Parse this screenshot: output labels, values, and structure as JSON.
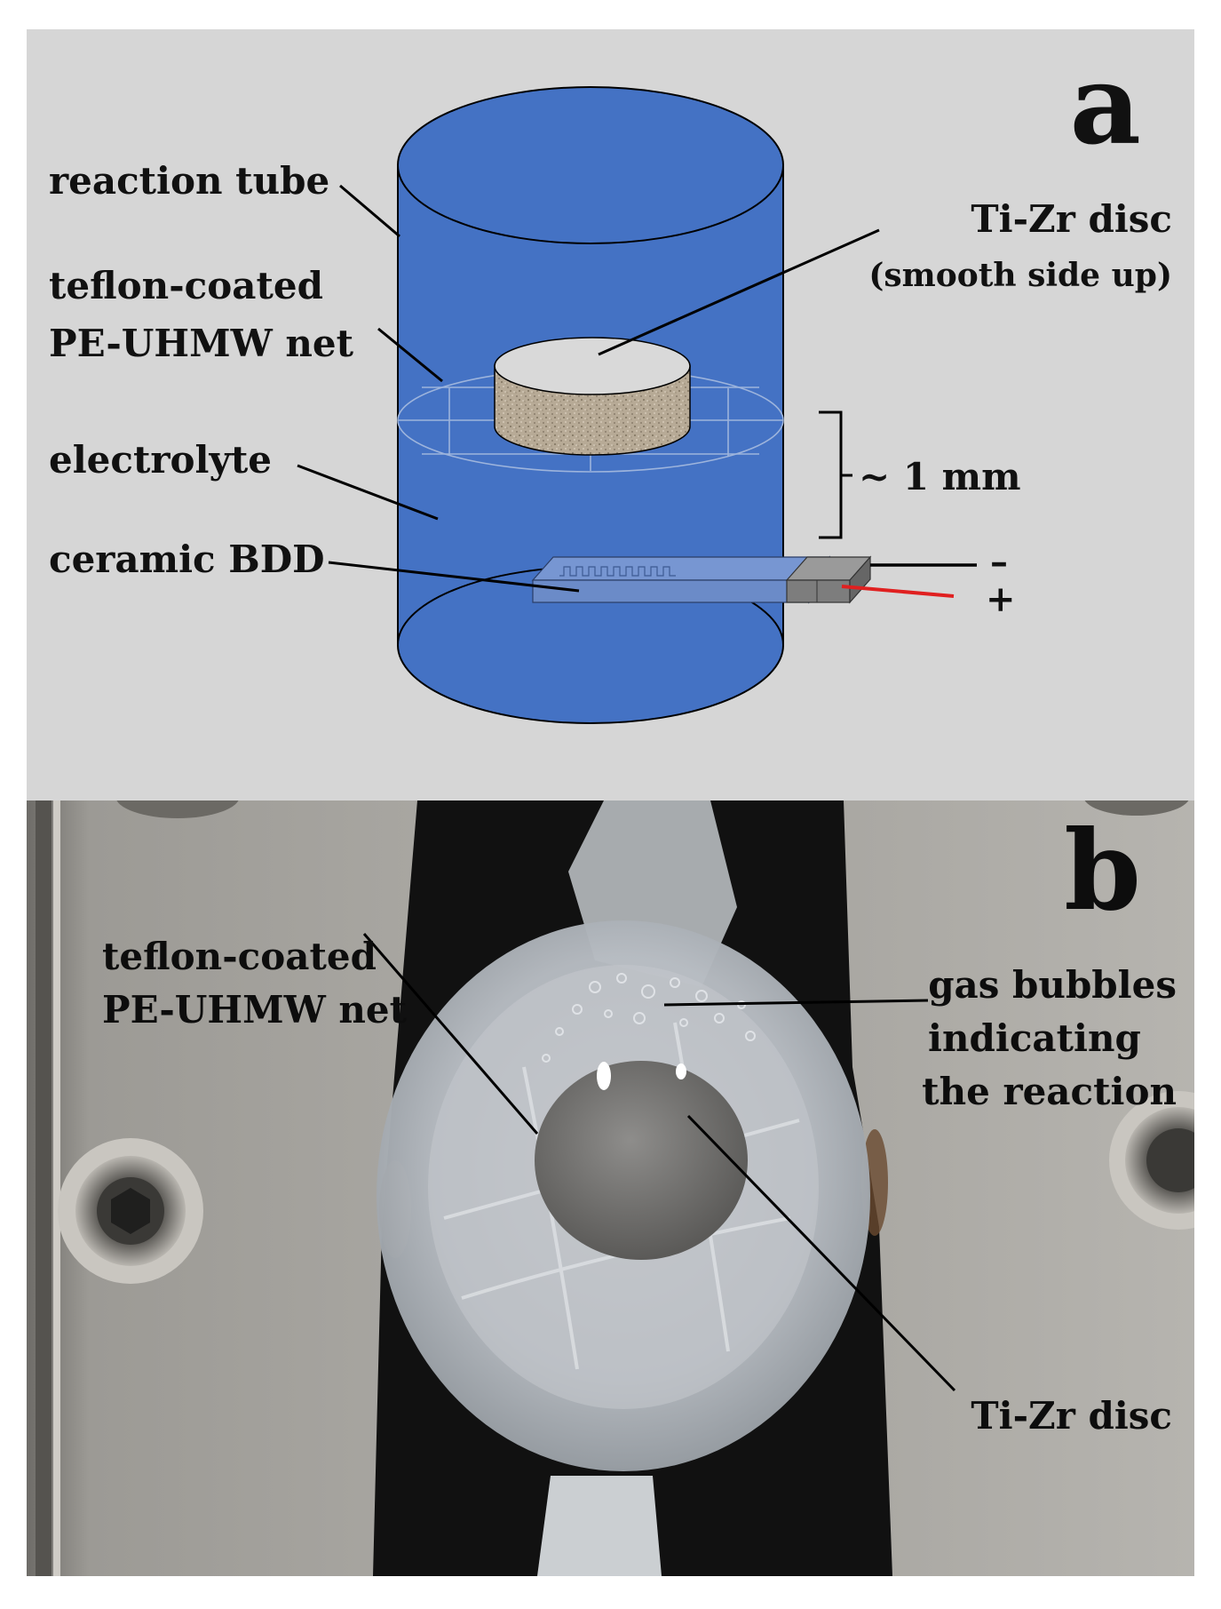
{
  "panel_a": {
    "letter": "a",
    "labels": {
      "reaction_tube": "reaction tube",
      "net_line1": "teflon-coated",
      "net_line2": "PE-UHMW net",
      "electrolyte": "electrolyte",
      "ceramic_bdd": "ceramic BDD",
      "disc_line1": "Ti-Zr disc",
      "disc_line2": "(smooth side up)",
      "distance": "~ 1 mm",
      "minus": "–",
      "plus": "+"
    },
    "colors": {
      "background": "#d6d6d6",
      "tube_fill": "#4472c4",
      "tube_outline": "#000000",
      "disc_top": "#d9d9d9",
      "disc_side": "#b3a592",
      "electrode": "#6f90cf",
      "positive_wire": "#e02020",
      "negative_wire": "#000000"
    }
  },
  "panel_b": {
    "letter": "b",
    "labels": {
      "net_line1": "teflon-coated",
      "net_line2": "PE-UHMW net",
      "bubbles_line1": "gas bubbles",
      "bubbles_line2": "indicating",
      "bubbles_line3": "the reaction",
      "disc": "Ti-Zr disc"
    }
  }
}
